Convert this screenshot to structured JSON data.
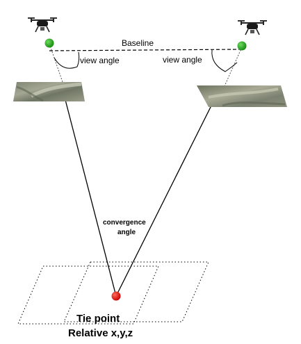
{
  "labels": {
    "baseline": "Baseline",
    "view_angle_left": "view angle",
    "view_angle_right": "view angle",
    "convergence_line1": "convergence",
    "convergence_line2": "angle",
    "tie_point_line1": "Tie point",
    "tie_point_line2": "Relative x,y,z"
  },
  "icons": {
    "left_drone": "drone-icon",
    "right_drone": "drone-icon",
    "camera_position": "green-dot-icon",
    "tie_point": "red-dot-icon"
  },
  "colors": {
    "camera_dot": "#1f9e1f",
    "tie_point_dot": "#e61010",
    "line": "#000000",
    "image_tile": "#8e9484"
  }
}
